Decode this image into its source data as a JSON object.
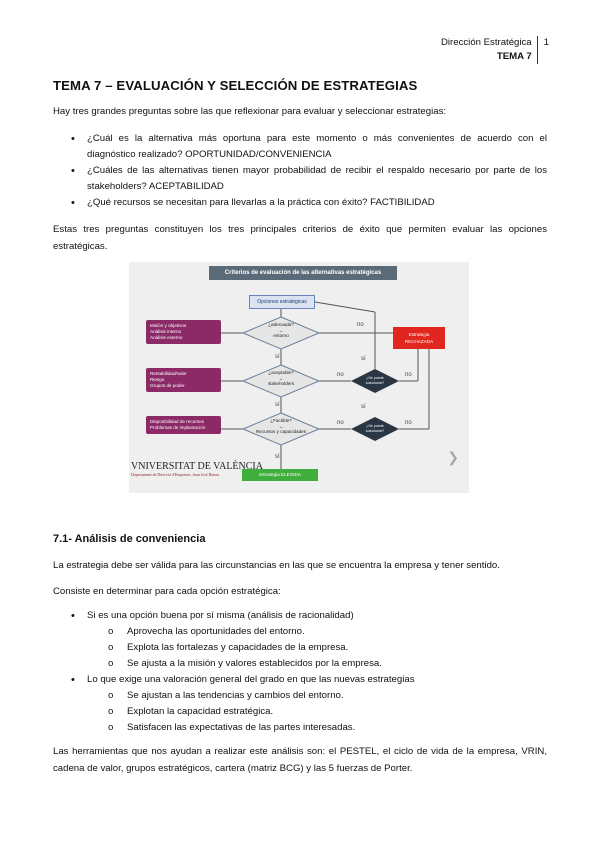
{
  "header": {
    "subject": "Dirección Estratégica",
    "topic": "TEMA 7",
    "page": "1"
  },
  "title": "TEMA 7 – EVALUACIÓN Y SELECCIÓN DE ESTRATEGIAS",
  "intro": "Hay tres grandes preguntas sobre las que reflexionar para evaluar y seleccionar estrategias:",
  "questions": [
    "¿Cuál es la alternativa más oportuna para este momento o más convenientes de acuerdo con el diagnóstico realizado? OPORTUNIDAD/CONVENIENCIA",
    "¿Cuáles de las alternativas tienen mayor probabilidad de recibir el respaldo necesario por parte de los stakeholders? ACEPTABILIDAD",
    "¿Qué recursos se necesitan para llevarlas a la práctica con éxito? FACTIBILIDAD"
  ],
  "criteria_paragraph": "Estas tres preguntas constituyen los tres principales criterios de éxito que permiten evaluar las opciones estratégicas.",
  "figure": {
    "title": "Criterios de evaluación de las alternativas estratégicas",
    "options": "Opciones estratégicas",
    "criteria": [
      [
        "Misión y objetivos",
        "Análisis interno",
        "Análisis externo"
      ],
      [
        "Rentabilidad/valor",
        "Riesgo",
        "Grupos de poder"
      ],
      [
        "Disponibilidad de recursos",
        "Problemas de implantación"
      ]
    ],
    "decisions": [
      {
        "q": "¿adecuada?",
        "arrow": "↔",
        "sub": "entorno"
      },
      {
        "q": "¿aceptable?",
        "arrow": "↔",
        "sub": "stakeholders"
      },
      {
        "q": "¿Factible?",
        "arrow": "↔",
        "sub": "Recursos y capacidades"
      }
    ],
    "modify": [
      "¿Se puede solucionar?",
      "¿Se puede solucionar?"
    ],
    "no": "no",
    "yes": "sí",
    "rejected": [
      "Estrategia",
      "RECHAZADA"
    ],
    "chosen": "Estrategia ELEGIDA",
    "logo": "VNIVERSITAT DE VALÈNCIA",
    "logo_sub": "Departament de Direcció d'Empreses. Juan José Renau",
    "nav_icon": "chevron-right-icon"
  },
  "section": {
    "title": "7.1- Análisis de conveniencia",
    "p1": "La estrategia debe ser válida para las circunstancias en las que se encuentra la empresa y tener sentido.",
    "p2": "Consiste en determinar para cada opción estratégica:",
    "items": [
      {
        "text": "Si es una opción buena por sí misma (análisis de racionalidad)",
        "sub": [
          "Aprovecha las oportunidades del entorno.",
          "Explota las fortalezas y capacidades de la empresa.",
          "Se ajusta a la misión y valores establecidos por la empresa."
        ]
      },
      {
        "text": "Lo que exige una valoración general del grado en que las nuevas estrategias",
        "sub": [
          "Se ajustan a las tendencias y cambios del entorno.",
          "Explotan la capacidad estratégica.",
          "Satisfacen las expectativas de las partes interesadas."
        ]
      }
    ],
    "tools": "Las herramientas que nos ayudan a realizar este análisis son: el PESTEL, el ciclo de vida de la empresa, VRIN, cadena de valor, grupos estratégicos, cartera (matriz BCG) y las 5 fuerzas de Porter."
  }
}
